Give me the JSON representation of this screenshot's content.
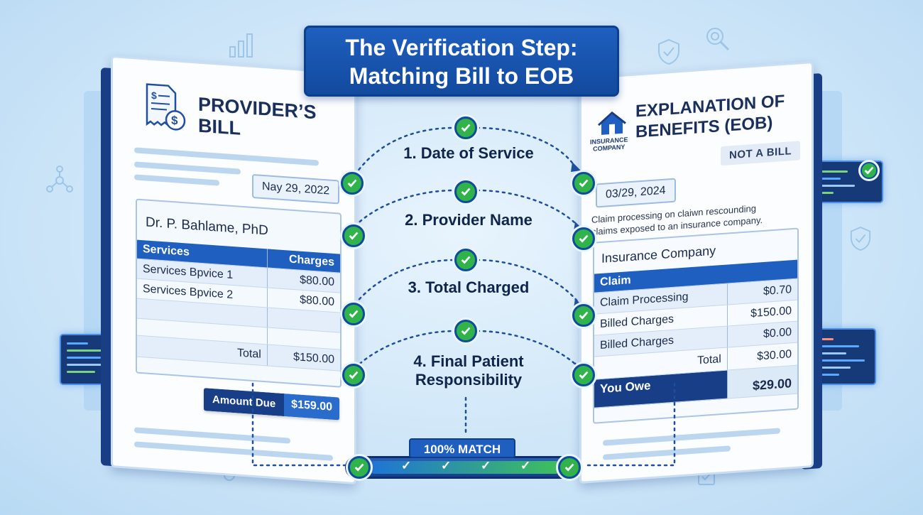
{
  "title": {
    "line1": "The Verification Step:",
    "line2": "Matching Bill to EOB"
  },
  "bill": {
    "title_line1": "PROVIDER’S",
    "title_line2": "BILL",
    "date": "Nay 29, 2022",
    "provider": "Dr. P. Bahlame, PhD",
    "headers": [
      "Services",
      "Charges"
    ],
    "rows": [
      {
        "service": "Services Bpvice 1",
        "charge": "$80.00"
      },
      {
        "service": "Services Bpvice 2",
        "charge": "$80.00"
      },
      {
        "service": "",
        "charge": ""
      },
      {
        "service": "",
        "charge": ""
      }
    ],
    "total_label": "Total",
    "total_value": "$150.00",
    "amount_due_label": "Amount Due",
    "amount_due_value": "$159.00",
    "icon": "bill-dollar-icon"
  },
  "eob": {
    "title_line1": "EXPLANATION OF",
    "title_line2": "BENEFITS (EOB)",
    "logo_text_1": "INSURANCE",
    "logo_text_2": "COMPANY",
    "not_a_bill": "NOT A BILL",
    "date": "03/29, 2024",
    "note_line1": "Claim processing on claiwn rescounding",
    "note_line2": "claims exposed to an insurance company.",
    "company": "Insurance Company",
    "header": "Claim",
    "rows": [
      {
        "label": "Claim Processing",
        "value": "$0.70"
      },
      {
        "label": "Billed Charges",
        "value": "$150.00"
      },
      {
        "label": "Billed Charges",
        "value": "$0.00"
      }
    ],
    "total_label": "Total",
    "total_value": "$30.00",
    "you_owe_label": "You Owe",
    "you_owe_value": "$29.00"
  },
  "steps": [
    {
      "label": "1. Date of Service"
    },
    {
      "label": "2. Provider Name"
    },
    {
      "label": "3. Total Charged"
    },
    {
      "label_line1": "4. Final Patient",
      "label_line2": "Responsibility"
    }
  ],
  "match": {
    "label": "100% MATCH",
    "progress": 1.0,
    "tick_glyph": "✓"
  },
  "colors": {
    "primary": "#1f5fbf",
    "dark": "#173e86",
    "check": "#2fb34a"
  }
}
